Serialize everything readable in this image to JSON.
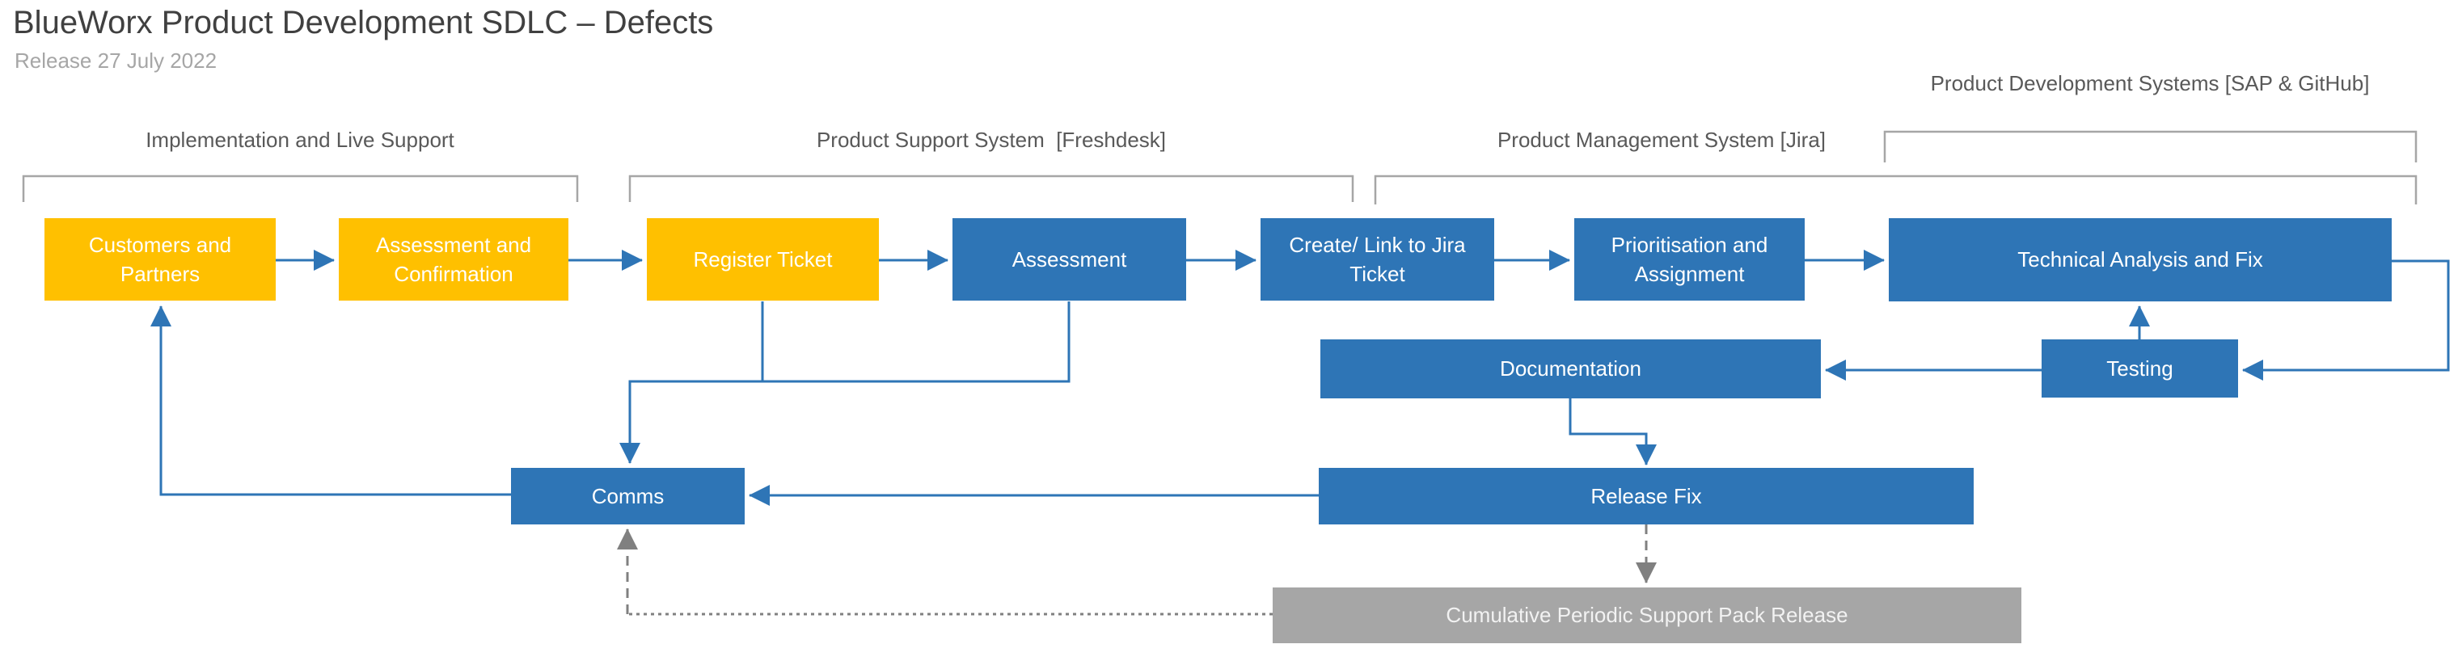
{
  "header": {
    "title": "BlueWorx Product Development SDLC – Defects",
    "subtitle": "Release 27 July 2022"
  },
  "lanes": {
    "implementation": {
      "label": "Implementation and Live Support"
    },
    "support_system": {
      "label": "Product Support System  [Freshdesk]"
    },
    "management_system": {
      "label": "Product Management System [Jira]"
    },
    "development_systems": {
      "label": "Product Development Systems [SAP & GitHub]"
    }
  },
  "nodes": {
    "customers_partners": {
      "label": "Customers and Partners",
      "color": "#FFC000"
    },
    "assessment_confirmation": {
      "label": "Assessment and Confirmation",
      "color": "#FFC000"
    },
    "register_ticket": {
      "label": "Register Ticket",
      "color": "#FFC000"
    },
    "assessment": {
      "label": "Assessment",
      "color": "#2E75B6"
    },
    "create_link_jira": {
      "label": "Create/ Link to Jira Ticket",
      "color": "#2E75B6"
    },
    "prioritisation_assignment": {
      "label": "Prioritisation and Assignment",
      "color": "#2E75B6"
    },
    "technical_analysis_fix": {
      "label": "Technical Analysis and Fix",
      "color": "#2E75B6"
    },
    "documentation": {
      "label": "Documentation",
      "color": "#2E75B6"
    },
    "testing": {
      "label": "Testing",
      "color": "#2E75B6"
    },
    "comms": {
      "label": "Comms",
      "color": "#2E75B6"
    },
    "release_fix": {
      "label": "Release Fix",
      "color": "#2E75B6"
    },
    "cumulative_release": {
      "label": "Cumulative Periodic Support Pack Release",
      "color": "#A6A6A6"
    }
  },
  "edges": [
    {
      "from": "customers_partners",
      "to": "assessment_confirmation",
      "style": "solid"
    },
    {
      "from": "assessment_confirmation",
      "to": "register_ticket",
      "style": "solid"
    },
    {
      "from": "register_ticket",
      "to": "assessment",
      "style": "solid"
    },
    {
      "from": "assessment",
      "to": "create_link_jira",
      "style": "solid"
    },
    {
      "from": "create_link_jira",
      "to": "prioritisation_assignment",
      "style": "solid"
    },
    {
      "from": "prioritisation_assignment",
      "to": "technical_analysis_fix",
      "style": "solid"
    },
    {
      "from": "register_ticket",
      "to": "comms",
      "style": "solid"
    },
    {
      "from": "assessment",
      "to": "comms",
      "style": "solid"
    },
    {
      "from": "technical_analysis_fix",
      "to": "testing",
      "style": "solid"
    },
    {
      "from": "testing",
      "to": "technical_analysis_fix",
      "style": "solid"
    },
    {
      "from": "testing",
      "to": "documentation",
      "style": "solid"
    },
    {
      "from": "documentation",
      "to": "release_fix",
      "style": "solid"
    },
    {
      "from": "release_fix",
      "to": "comms",
      "style": "solid"
    },
    {
      "from": "comms",
      "to": "customers_partners",
      "style": "solid"
    },
    {
      "from": "release_fix",
      "to": "cumulative_release",
      "style": "dashed"
    },
    {
      "from": "cumulative_release",
      "to": "comms",
      "style": "dashed"
    }
  ],
  "colors": {
    "accent_blue": "#2E75B6",
    "accent_orange": "#FFC000",
    "neutral_gray_box": "#A6A6A6",
    "dashed_connector_gray": "#808080",
    "bracket_gray": "#A6A6A6",
    "title_text": "#404040",
    "lane_label_text": "#595959"
  }
}
